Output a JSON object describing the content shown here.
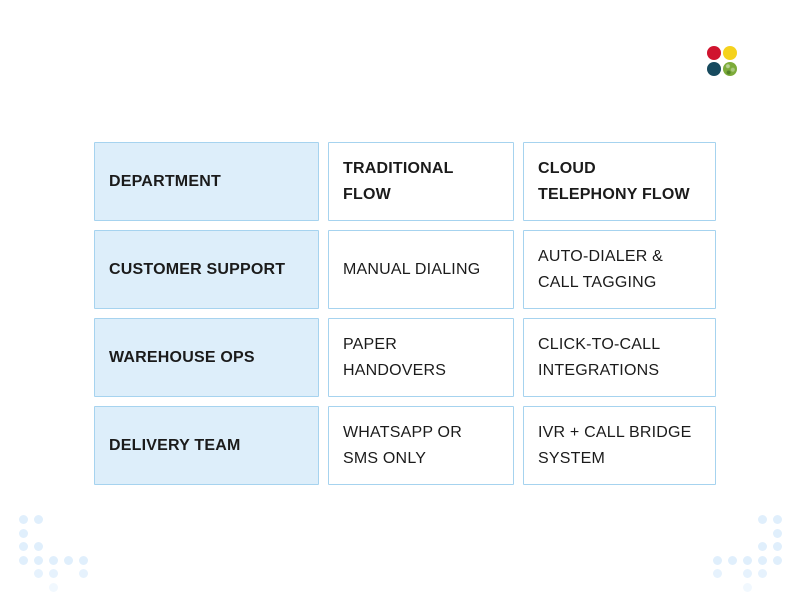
{
  "logo": {
    "name": "four-dot-logo",
    "dots": {
      "red": "#d0142f",
      "yellow": "#f5d21d",
      "teal": "#174a5e",
      "green": "#7cab39"
    }
  },
  "table": {
    "header": {
      "department": "DEPARTMENT",
      "traditional": "TRADITIONAL\nFLOW",
      "cloud": "CLOUD\nTELEPHONY FLOW"
    },
    "rows": [
      {
        "department": "CUSTOMER SUPPORT",
        "traditional": "MANUAL DIALING",
        "cloud": "AUTO-DIALER &\nCALL TAGGING"
      },
      {
        "department": "WAREHOUSE OPS",
        "traditional": "PAPER\nHANDOVERS",
        "cloud": "CLICK-TO-CALL\nINTEGRATIONS"
      },
      {
        "department": "DELIVERY TEAM",
        "traditional": "WHATSAPP OR\nSMS ONLY",
        "cloud": "IVR + CALL BRIDGE\nSYSTEM"
      }
    ]
  },
  "colors": {
    "cell_fill_highlight": "#ddeefa",
    "cell_border": "#a6d3ef",
    "text": "#1b1b1b",
    "decorative_dot": "#e0effc"
  }
}
